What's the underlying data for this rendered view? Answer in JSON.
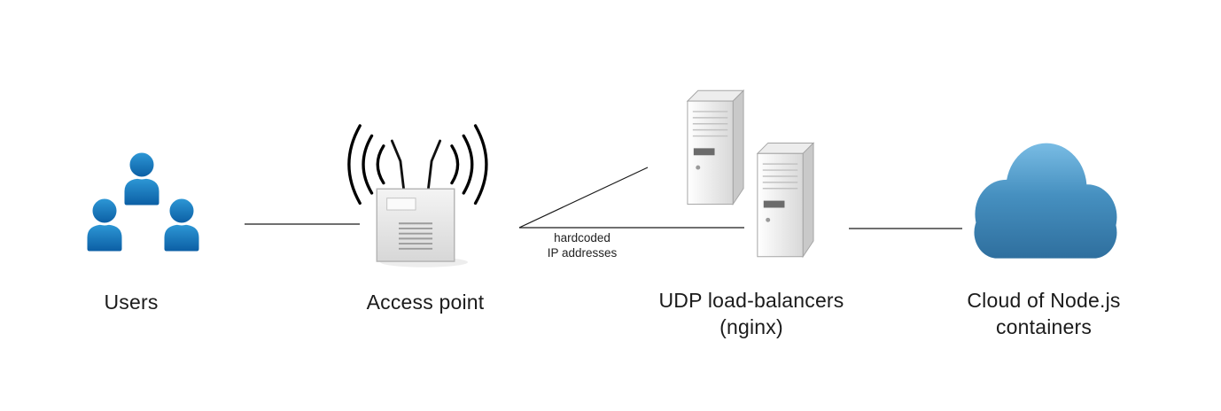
{
  "diagram": {
    "nodes": {
      "users": {
        "label": "Users"
      },
      "access_point": {
        "label": "Access point"
      },
      "load_balancers": {
        "label": "UDP load-balancers",
        "sublabel": "(nginx)"
      },
      "cloud": {
        "label": "Cloud of Node.js",
        "sublabel": "containers"
      }
    },
    "annotations": {
      "hardcoded_ip": {
        "line1": "hardcoded",
        "line2": "IP addresses"
      }
    },
    "icons": {
      "users": "users-group-icon",
      "access_point": "wireless-access-point-icon",
      "load_balancers": "server-towers-icon",
      "cloud": "cloud-icon"
    },
    "colors": {
      "person_blue_light": "#2f9ad8",
      "person_blue_dark": "#0a5ca2",
      "cloud_blue_light": "#79bce4",
      "cloud_blue_dark": "#2f6f9e",
      "line_color": "#1a1a1a",
      "background": "#ffffff"
    }
  }
}
